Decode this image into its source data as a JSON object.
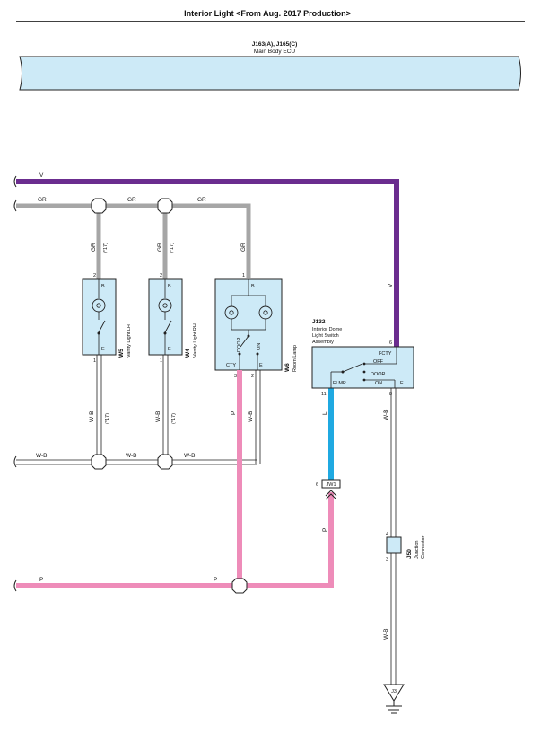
{
  "title": "Interior Light <From Aug. 2017 Production>",
  "ecu": {
    "codes": "J163(A), J165(C)",
    "name": "Main Body ECU"
  },
  "wires": {
    "v": "V",
    "gr": "GR",
    "gr_17": "(*17)",
    "wb": "W-B",
    "wb_17": "(*17)",
    "p": "P",
    "l": "L"
  },
  "w5": {
    "code": "W5",
    "name": "Vanity Light LH",
    "pin_top": "2",
    "pin_bottom": "1",
    "b": "B",
    "e": "E"
  },
  "w4": {
    "code": "W4",
    "name": "Vanity Light RH",
    "pin_top": "2",
    "pin_bottom": "1",
    "b": "B",
    "e": "E"
  },
  "w6": {
    "code": "W6",
    "name": "Room Lamp",
    "pin_top": "1",
    "pin_cty": "3",
    "pin_e": "2",
    "b": "B",
    "door": "DOOR",
    "on": "ON",
    "cty": "CTY",
    "e": "E"
  },
  "j132": {
    "code": "J132",
    "name_l1": "Interior Dome",
    "name_l2": "Light Switch",
    "name_l3": "Assembly",
    "pin_fcty": "6",
    "pin_flmp": "11",
    "pin_e": "8",
    "fcty": "FCTY",
    "off": "OFF",
    "door": "DOOR",
    "on": "ON",
    "flmp": "FLMP",
    "e": "E"
  },
  "jw1": {
    "pin": "6",
    "label": "JW1"
  },
  "j50": {
    "code": "J50",
    "name_l1": "Junction",
    "name_l2": "Connector",
    "pin_top": "4",
    "pin_bottom": "3"
  },
  "j3": {
    "label": "J3"
  },
  "colors": {
    "violet": "#6b2d8f",
    "gray": "#a6a6a6",
    "pink": "#ee8cb9",
    "blue": "#1fa9e1",
    "box": "#cdeaf7"
  }
}
